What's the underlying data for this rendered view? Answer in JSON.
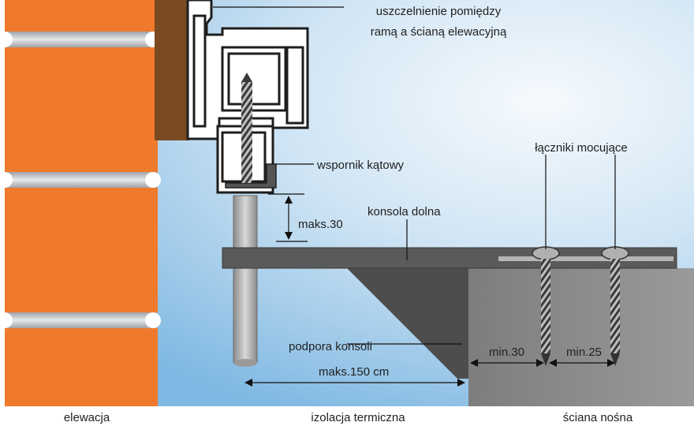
{
  "labels": {
    "seal_line1": "uszczelnienie pomiędzy",
    "seal_line2": "ramą a ścianą elewacyjną",
    "angle_bracket": "wspornik kątowy",
    "fasteners": "łączniki mocujące",
    "max_30": "maks.30",
    "bottom_console": "konsola dolna",
    "console_support": "podpora konsoli",
    "min_30": "min.30",
    "min_25": "min.25",
    "max_150": "maks.150 cm",
    "facade": "elewacja",
    "insulation": "izolacja termiczna",
    "bearing_wall": "ściana nośna"
  },
  "colors": {
    "brick": "#f07a2b",
    "mortar": "#c9ccd0",
    "sky_light": "#eef5fb",
    "sky_dark": "#8fc3e6",
    "bracket": "#4a4a4a",
    "wall": "#8c8c8c"
  }
}
